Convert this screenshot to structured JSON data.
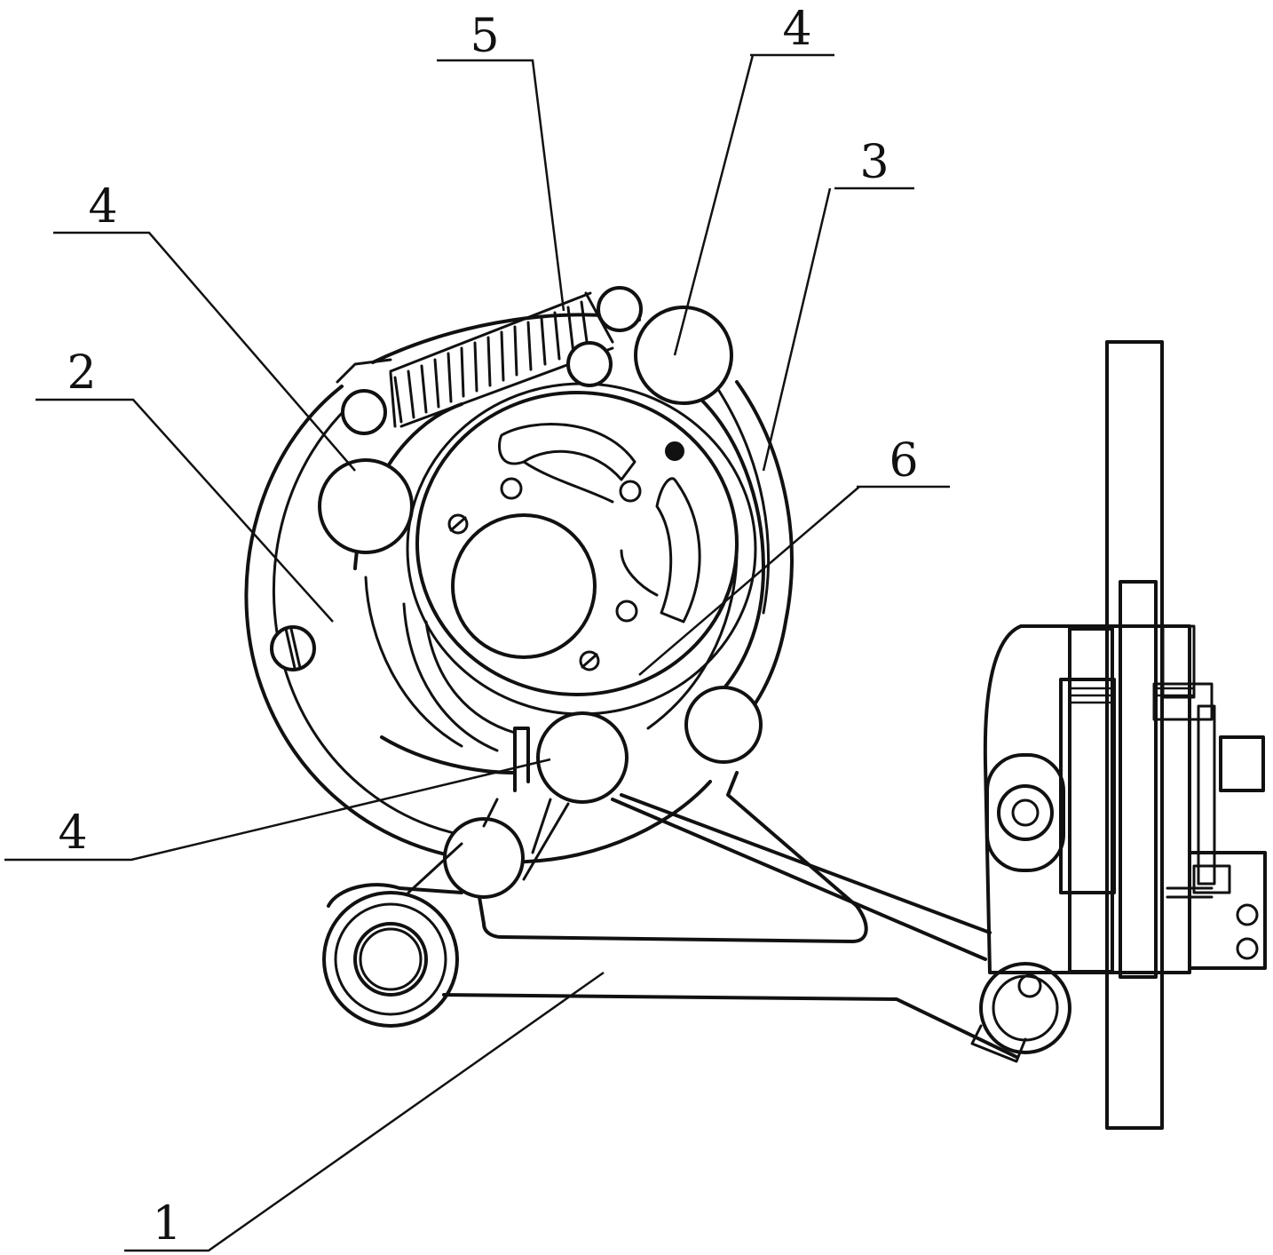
{
  "labels": {
    "l1": "1",
    "l2": "2",
    "l3": "3",
    "l4a": "4",
    "l4b": "4",
    "l4c": "4",
    "l5": "5",
    "l6": "6"
  }
}
